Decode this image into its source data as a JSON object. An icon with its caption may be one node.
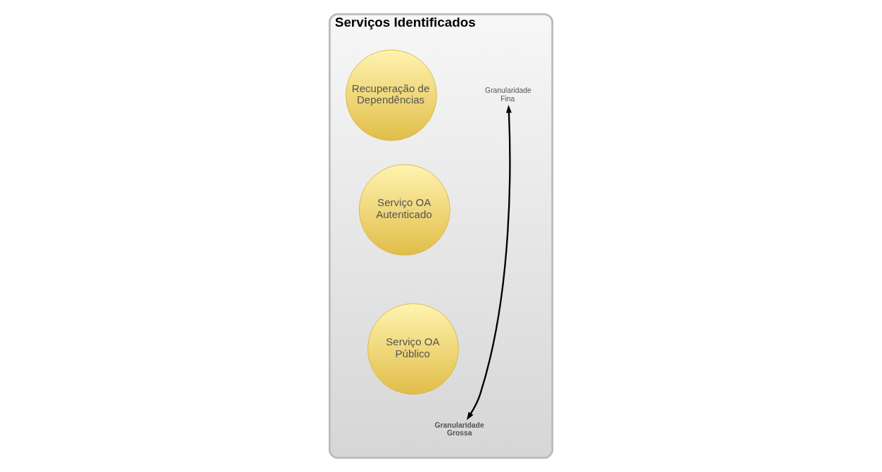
{
  "diagram": {
    "nodes": [
      {
        "text": [
          "Serviços Identificados"
        ]
      },
      {
        "text": [
          "Granularidade Fina"
        ],
        "in": 0
      },
      {
        "text": [
          "Recuperação de Dependências"
        ],
        "in": 0
      },
      {
        "text": [
          "Serviço OA Autenticado"
        ],
        "in": 0
      },
      {
        "text": [
          "Serviço OA Público"
        ],
        "in": 0
      },
      {
        "text": [
          "Granularidade Grossa"
        ],
        "in": 0
      }
    ],
    "edges": [
      {
        "from": 1,
        "to": 5,
        "arrow": "both"
      }
    ]
  }
}
